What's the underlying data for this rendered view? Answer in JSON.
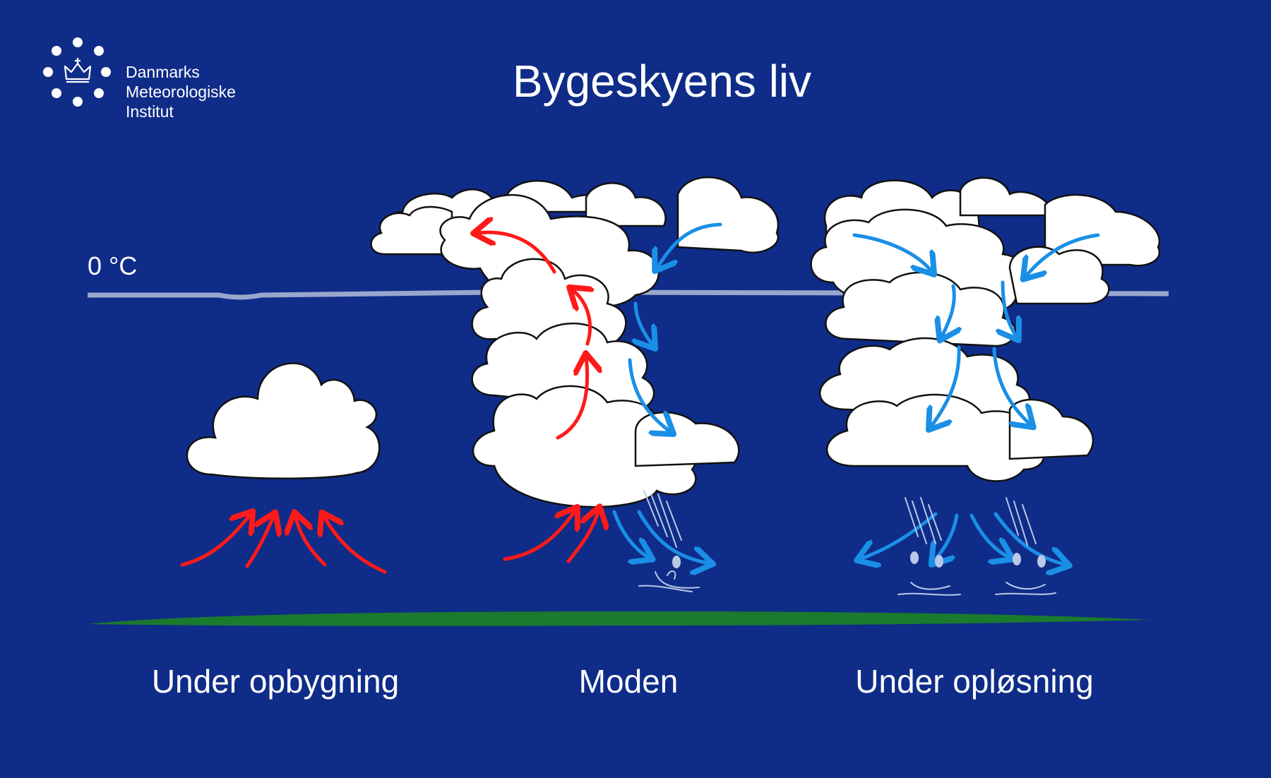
{
  "title": "Bygeskyens liv",
  "logo": {
    "line1": "Danmarks",
    "line2": "Meteorologiske",
    "line3": "Institut"
  },
  "freezing_line_label": "0  °C",
  "stages": [
    {
      "label": "Under opbygning"
    },
    {
      "label": "Moden"
    },
    {
      "label": "Under opløsning"
    }
  ],
  "colors": {
    "background": "#0f2c88",
    "cloud": "#ffffff",
    "updraft": "#ff1a1a",
    "downdraft": "#1a8fe6",
    "freezing_line": "#c8d0e6",
    "ground": "#1a7a2e",
    "rain": "#b9c8e6"
  }
}
